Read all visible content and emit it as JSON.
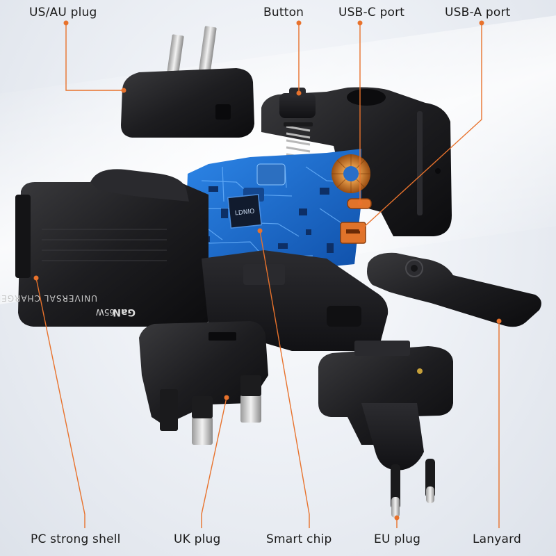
{
  "callouts": {
    "us_au_plug": "US/AU plug",
    "button": "Button",
    "usb_c_port": "USB-C port",
    "usb_a_port": "USB-A port",
    "pc_strong_shell": "PC strong shell",
    "uk_plug": "UK plug",
    "smart_chip": "Smart chip",
    "eu_plug": "EU plug",
    "lanyard": "Lanyard"
  },
  "device": {
    "shell_text": "UNIVERSAL CHARGER",
    "gan_text": "GaN",
    "power_text": "65W",
    "chip_text": "LDNIO"
  },
  "colors": {
    "leader_line": "#e8722c",
    "body": "#1c1c1e",
    "pcb": "#1e6fd0",
    "coil": "#d17a2a"
  }
}
